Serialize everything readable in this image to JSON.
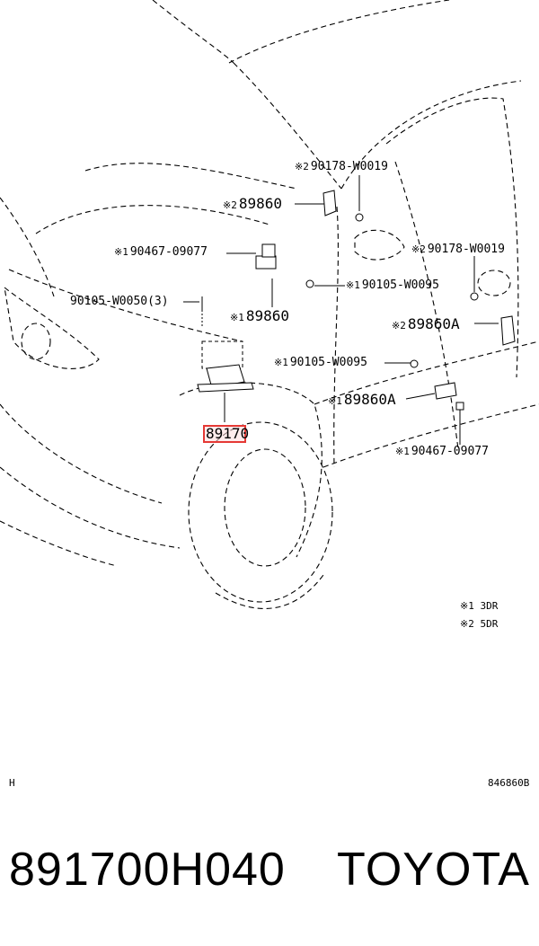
{
  "parts": {
    "p1": {
      "mark": "※2",
      "code": "90178-W0019"
    },
    "p2": {
      "mark": "※2",
      "code": "89860"
    },
    "p3": {
      "mark": "※1",
      "code": "90467-09077"
    },
    "p4": {
      "mark": "",
      "code": "90105-W0050(3)"
    },
    "p5": {
      "mark": "※1",
      "code": "89860"
    },
    "p6": {
      "mark": "※1",
      "code": "90105-W0095"
    },
    "p7": {
      "mark": "※2",
      "code": "90178-W0019"
    },
    "p8": {
      "mark": "※2",
      "code": "89860A"
    },
    "p9": {
      "mark": "※1",
      "code": "90105-W0095"
    },
    "p10": {
      "mark": "※1",
      "code": "89860A"
    },
    "p11": {
      "mark": "",
      "code": "89170"
    },
    "p12": {
      "mark": "※1",
      "code": "90467-09077"
    }
  },
  "legend": {
    "line1": "※1 3DR",
    "line2": "※2 5DR"
  },
  "corner": {
    "left": "H",
    "right": "846860B"
  },
  "footer": {
    "part_number": "891700H040",
    "brand": "TOYOTA"
  }
}
